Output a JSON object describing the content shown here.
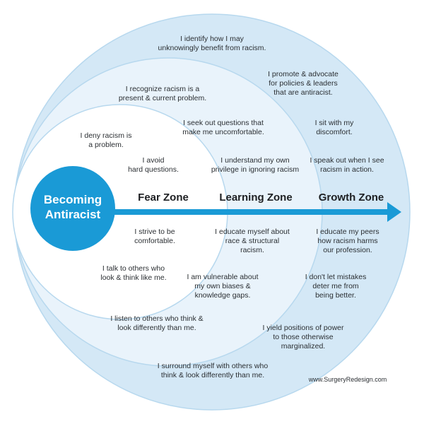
{
  "colors": {
    "outer_ring": "#d4e8f6",
    "middle_ring": "#e9f3fb",
    "inner_circle": "#ffffff",
    "ring_border": "#b7d8ee",
    "center_circle": "#1a9ad6",
    "arrow": "#1a9ad6",
    "text": "#2b2f33"
  },
  "center": {
    "title": "Becoming\nAntiracist"
  },
  "zones": {
    "fear": {
      "label": "Fear Zone",
      "statements": [
        "I deny racism is\na problem.",
        "I avoid\nhard questions.",
        "I strive to be\ncomfortable.",
        "I talk to others who\nlook & think like me."
      ]
    },
    "learning": {
      "label": "Learning Zone",
      "statements": [
        "I recognize racism is a\npresent & current problem.",
        "I seek out questions that\nmake me uncomfortable.",
        "I understand my own\nprivilege in ignoring racism",
        "I educate myself about\nrace & structural\nracism.",
        "I am vulnerable about\nmy own biases &\nknowledge gaps.",
        "I listen to others who think &\nlook differently than me."
      ]
    },
    "growth": {
      "label": "Growth Zone",
      "statements": [
        "I identify how I may\nunknowingly benefit from racism.",
        "I promote & advocate\nfor policies & leaders\nthat are antiracist.",
        "I sit with my\ndiscomfort.",
        "I speak out when I see\nracism in action.",
        "I educate my peers\nhow racism harms\nour profession.",
        "I don't let mistakes\ndeter me from\nbeing better.",
        "I yield positions of power\nto those otherwise\nmarginalized.",
        "I surround myself with others who\nthink & look differently than me."
      ]
    }
  },
  "credit": "www.SurgeryRedesign.com"
}
